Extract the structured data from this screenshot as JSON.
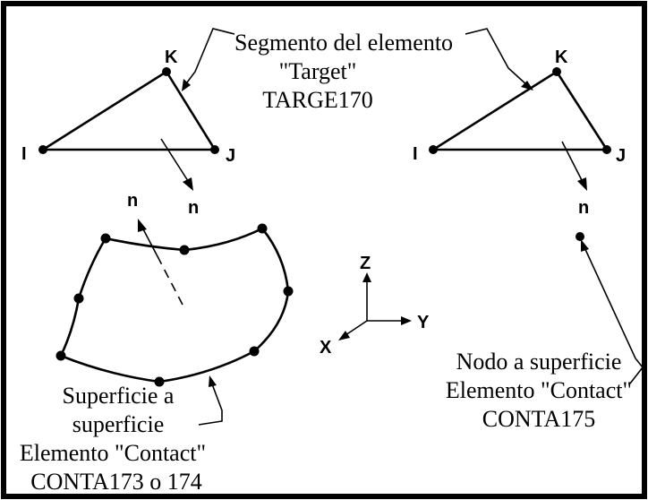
{
  "labels": {
    "segment_line1": "Segmento del elemento",
    "segment_line2": "\"Target\"",
    "segment_line3": "TARGE170",
    "node_line1": "Nodo a superficie",
    "node_line2": "Elemento \"Contact\"",
    "node_line3": "CONTA175",
    "surface_line1": "Superficie a",
    "surface_line2": "superficie",
    "surface_line3": "Elemento \"Contact\"",
    "surface_line4": "CONTA173 o 174"
  },
  "left_triangle": {
    "node_i": "I",
    "node_j": "J",
    "node_k": "K",
    "normal": "n"
  },
  "right_triangle": {
    "node_i": "I",
    "node_j": "J",
    "node_k": "K",
    "normal": "n"
  },
  "surface_normal": "n",
  "axes": {
    "z": "Z",
    "y": "Y",
    "x": "X"
  },
  "colors": {
    "ink": "#000000",
    "background": "#ffffff"
  }
}
